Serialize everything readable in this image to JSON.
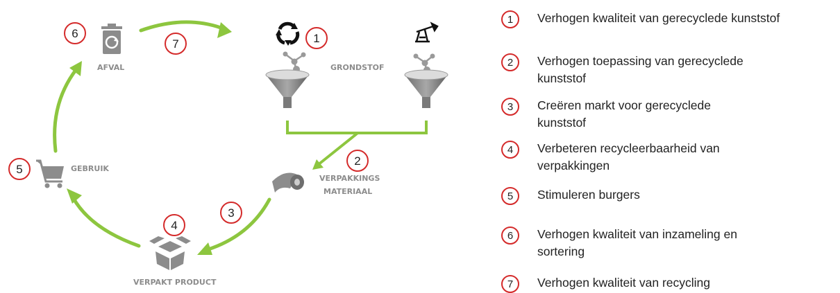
{
  "diagram": {
    "nodes": {
      "afval": "AFVAL",
      "grondstof": "GRONDSTOF",
      "verpakkingsmateriaal_line1": "VERPAKKINGS",
      "verpakkingsmateriaal_line2": "MATERIAAL",
      "verpakt_product": "VERPAKT PRODUCT",
      "gebruik": "GEBRUIK"
    },
    "markers": {
      "m1": "1",
      "m2": "2",
      "m3": "3",
      "m4": "4",
      "m5": "5",
      "m6": "6",
      "m7": "7"
    },
    "colors": {
      "arrow": "#8dc63f",
      "marker_border": "#d42a2a",
      "icon": "#8c8c8c"
    },
    "icons": [
      "trash-recycle-icon",
      "recycle-icon",
      "oil-pump-icon",
      "molecule-icon",
      "funnel-icon",
      "material-roll-icon",
      "box-icon",
      "shopping-cart-icon"
    ]
  },
  "legend": [
    {
      "num": "1",
      "text": "Verhogen kwaliteit van gerecyclede kunststof"
    },
    {
      "num": "2",
      "text": "Verhogen toepassing van gerecyclede kunststof"
    },
    {
      "num": "3",
      "text": "Creëren markt voor gerecyclede kunststof"
    },
    {
      "num": "4",
      "text": "Verbeteren recycleerbaarheid van verpakkingen"
    },
    {
      "num": "5",
      "text": "Stimuleren burgers"
    },
    {
      "num": "6",
      "text": "Verhogen kwaliteit van inzameling en sortering"
    },
    {
      "num": "7",
      "text": "Verhogen kwaliteit van recycling"
    }
  ]
}
